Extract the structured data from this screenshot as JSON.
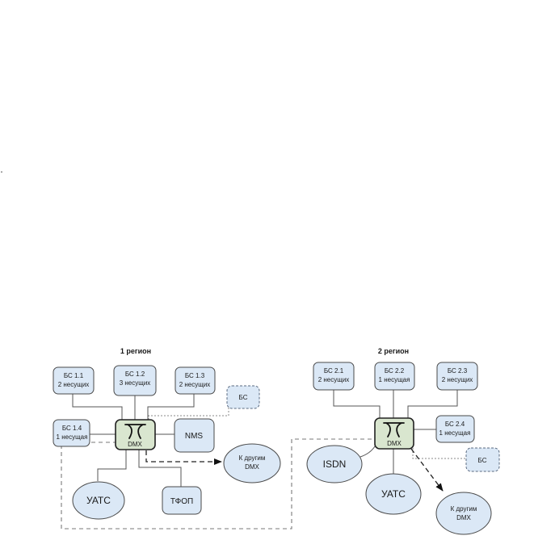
{
  "region1": {
    "title": "1 регион",
    "bs1_1": {
      "name": "БС 1.1",
      "carriers": "2 несущих"
    },
    "bs1_2": {
      "name": "БС 1.2",
      "carriers": "3 несущих"
    },
    "bs1_3": {
      "name": "БС 1.3",
      "carriers": "2 несущих"
    },
    "bs1_4": {
      "name": "БС 1.4",
      "carriers": "1 несущая"
    },
    "bs_reserve": "БС",
    "dmx": "DMX",
    "nms": "NMS",
    "uats": "УАТС",
    "tfop": "ТФОП",
    "other_dmx": {
      "line1": "К другим",
      "line2": "DMX"
    }
  },
  "region2": {
    "title": "2 регион",
    "bs2_1": {
      "name": "БС 2.1",
      "carriers": "2 несущих"
    },
    "bs2_2": {
      "name": "БС 2.2",
      "carriers": "1 несущая"
    },
    "bs2_3": {
      "name": "БС 2.3",
      "carriers": "2 несущих"
    },
    "bs2_4": {
      "name": "БС 2.4",
      "carriers": "1 несущая"
    },
    "bs_reserve": "БС",
    "dmx": "DMX",
    "isdn": "ISDN",
    "uats": "УАТС",
    "other_dmx": {
      "line1": "К другим",
      "line2": "DMX"
    }
  },
  "colors": {
    "node_fill": "#dbe8f6",
    "dmx_fill": "#d9e6cf",
    "stroke": "#4a4a4a"
  }
}
